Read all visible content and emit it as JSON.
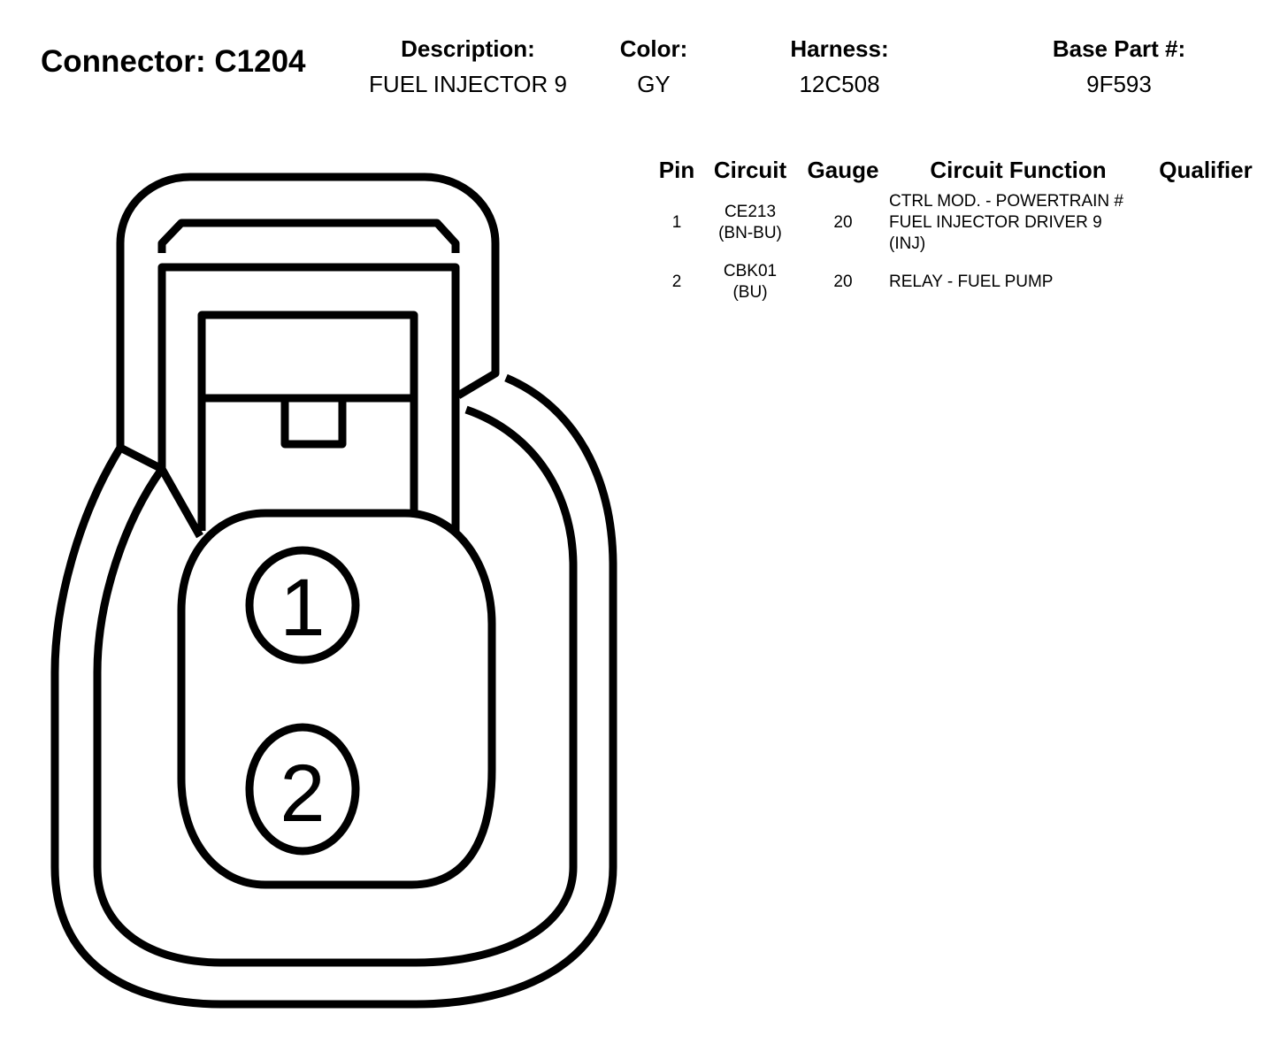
{
  "header": {
    "connector_title": "Connector: C1204",
    "description_label": "Description:",
    "description_value": "FUEL INJECTOR 9",
    "color_label": "Color:",
    "color_value": "GY",
    "harness_label": "Harness:",
    "harness_value": "12C508",
    "base_part_label": "Base Part #:",
    "base_part_value": "9F593"
  },
  "table": {
    "headers": {
      "pin": "Pin",
      "circuit": "Circuit",
      "gauge": "Gauge",
      "circuit_function": "Circuit Function",
      "qualifier": "Qualifier"
    },
    "rows": [
      {
        "pin": "1",
        "circuit_line1": "CE213",
        "circuit_line2": "(BN-BU)",
        "gauge": "20",
        "function_line1": "CTRL MOD. - POWERTRAIN #",
        "function_line2": "FUEL INJECTOR DRIVER 9",
        "function_line3": "(INJ)",
        "qualifier": ""
      },
      {
        "pin": "2",
        "circuit_line1": "CBK01",
        "circuit_line2": "(BU)",
        "gauge": "20",
        "function_line1": "RELAY - FUEL PUMP",
        "qualifier": ""
      }
    ]
  },
  "diagram": {
    "pin_labels": [
      "1",
      "2"
    ]
  }
}
